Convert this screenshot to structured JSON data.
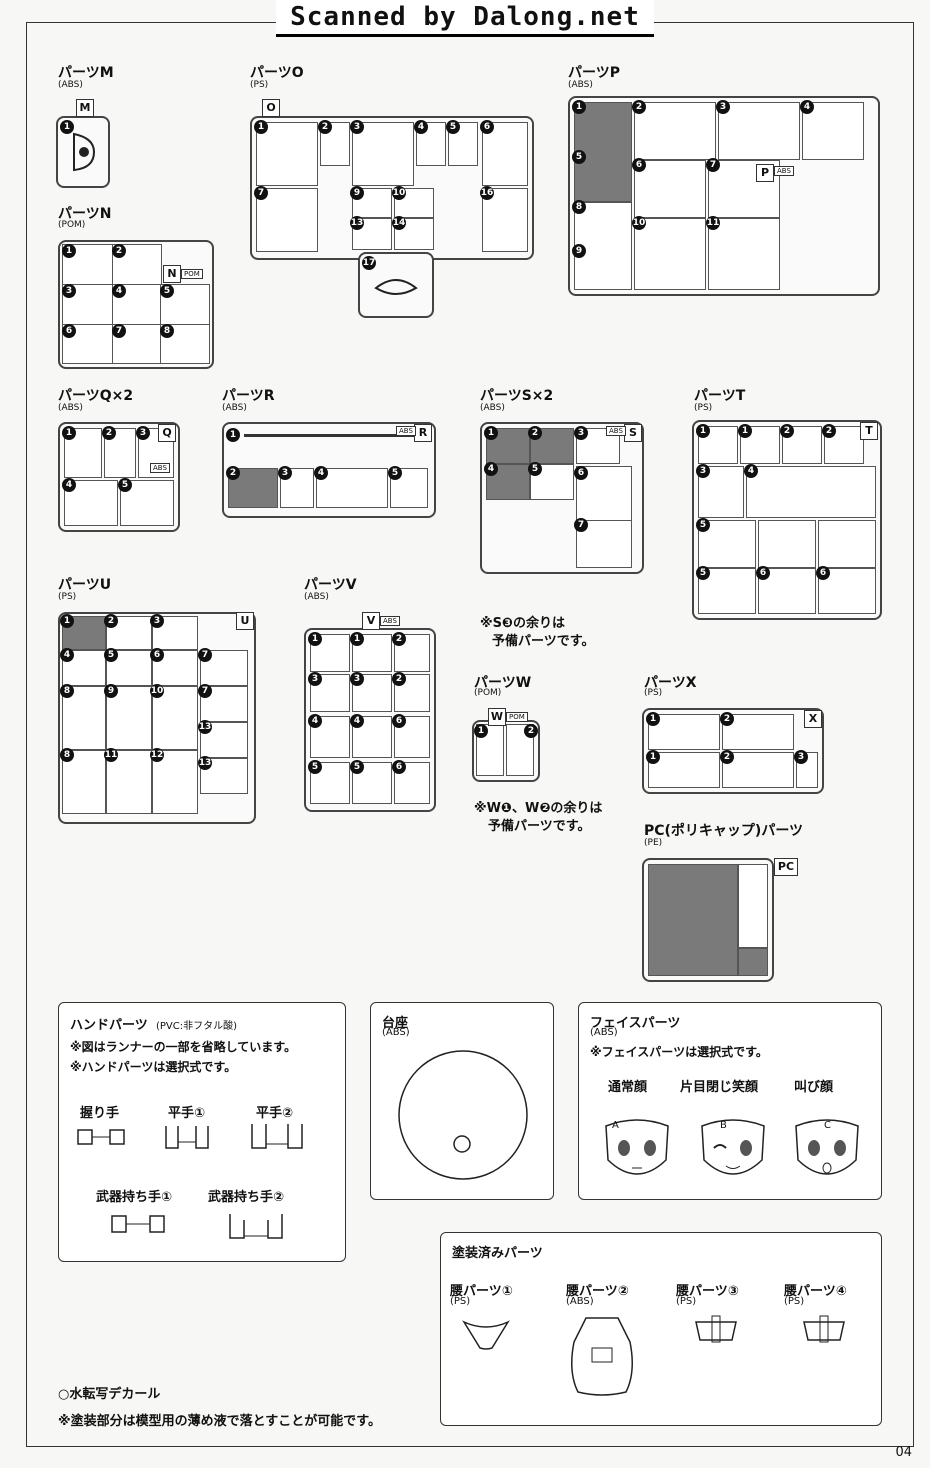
{
  "header": {
    "scan_credit": "Scanned by Dalong.net"
  },
  "runners": {
    "M": {
      "title": "パーツM",
      "material": "(ABS)",
      "tag": "M"
    },
    "N": {
      "title": "パーツN",
      "material": "(POM)",
      "tag": "N",
      "tag_mat": "POM"
    },
    "O": {
      "title": "パーツO",
      "material": "(PS)",
      "tag": "O"
    },
    "P": {
      "title": "パーツP",
      "material": "(ABS)",
      "tag": "P",
      "tag_mat": "ABS"
    },
    "Q": {
      "title": "パーツQ×2",
      "material": "(ABS)",
      "tag": "Q",
      "tag_mat": "ABS"
    },
    "R": {
      "title": "パーツR",
      "material": "(ABS)",
      "tag": "R",
      "tag_mat": "ABS"
    },
    "S": {
      "title": "パーツS×2",
      "material": "(ABS)",
      "tag": "S",
      "tag_mat": "ABS"
    },
    "T": {
      "title": "パーツT",
      "material": "(PS)",
      "tag": "T"
    },
    "U": {
      "title": "パーツU",
      "material": "(PS)",
      "tag": "U"
    },
    "V": {
      "title": "パーツV",
      "material": "(ABS)",
      "tag": "V",
      "tag_mat": "ABS"
    },
    "W": {
      "title": "パーツW",
      "material": "(POM)",
      "tag": "W",
      "tag_mat": "POM"
    },
    "X": {
      "title": "パーツX",
      "material": "(PS)",
      "tag": "X"
    },
    "PC": {
      "title": "PC(ポリキャップ)パーツ",
      "material": "(PE)",
      "tag": "PC"
    }
  },
  "notes": {
    "s_spare_1": "※S❸の余りは",
    "s_spare_2": "予備パーツです。",
    "w_spare_1": "※W❶、W❷の余りは",
    "w_spare_2": "予備パーツです。"
  },
  "hand": {
    "title": "ハンドパーツ",
    "material": "(PVC:非フタル酸)",
    "note1": "※図はランナーの一部を省略しています。",
    "note2": "※ハンドパーツは選択式です。",
    "grip": "握り手",
    "flat1": "平手①",
    "flat2": "平手②",
    "weapon1": "武器持ち手①",
    "weapon2": "武器持ち手②"
  },
  "base": {
    "title": "台座",
    "material": "(ABS)"
  },
  "face": {
    "title": "フェイスパーツ",
    "material": "(ABS)",
    "note": "※フェイスパーツは選択式です。",
    "normal": "通常顔",
    "wink": "片目閉じ笑顔",
    "shout": "叫び顔",
    "labels": [
      "A",
      "B",
      "C"
    ]
  },
  "painted": {
    "title": "塗装済みパーツ",
    "waist1": "腰パーツ①",
    "waist1_mat": "(PS)",
    "waist2": "腰パーツ②",
    "waist2_mat": "(ABS)",
    "waist3": "腰パーツ③",
    "waist3_mat": "(PS)",
    "waist4": "腰パーツ④",
    "waist4_mat": "(PS)"
  },
  "footer": {
    "decal": "○水転写デカール",
    "paint_note": "※塗装部分は模型用の薄め液で落とすことが可能です。",
    "page_number": "04"
  }
}
